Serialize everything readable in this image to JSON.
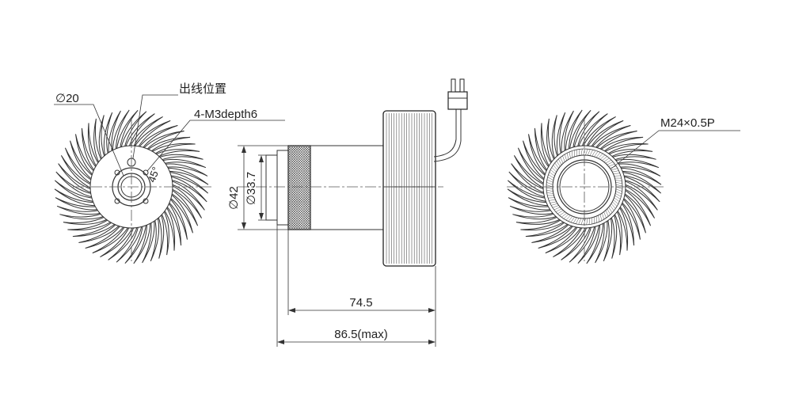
{
  "labels": {
    "left_diameter": "∅20",
    "cable_exit": "出线位置",
    "screw_holes": "4-M3depth6",
    "angle": "45°",
    "outer_diameter": "∅42",
    "inner_diameter": "∅33.7",
    "length_body": "74.5",
    "length_max": "86.5(max)",
    "thread": "M24×0.5P"
  },
  "colors": {
    "line": "#333333",
    "centerline": "#555555",
    "text": "#222222"
  }
}
